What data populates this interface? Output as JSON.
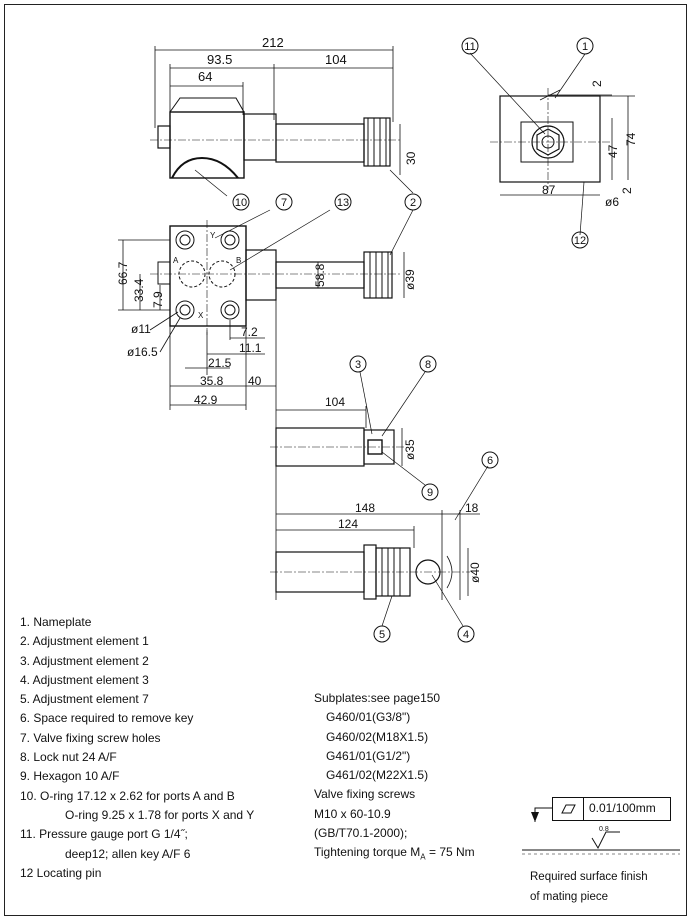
{
  "dims": {
    "overall": "212",
    "d935": "93.5",
    "d104a": "104",
    "d64": "64",
    "d30": "30",
    "d2a": "2",
    "d74": "74",
    "d47": "47",
    "d2b": "2",
    "d87": "87",
    "d6": "ø6",
    "d667": "66.7",
    "d334": "33.4",
    "d79": "7.9",
    "d588": "58.8",
    "d39": "ø39",
    "d11": "ø11",
    "d165": "ø16.5",
    "d72": "7.2",
    "d111": "11.1",
    "d215": "21.5",
    "d358": "35.8",
    "d40a": "40",
    "d429": "42.9",
    "d104b": "104",
    "d35": "ø35",
    "d148": "148",
    "d18": "18",
    "d124": "124",
    "d40b": "ø40"
  },
  "ports": {
    "a": "A",
    "b": "B",
    "x": "X",
    "y": "Y"
  },
  "balloons": {
    "b11": "11",
    "b1": "1",
    "b10": "10",
    "b7": "7",
    "b13": "13",
    "b2a": "2",
    "b12": "12",
    "b2b": "2",
    "b3": "3",
    "b8": "8",
    "b9": "9",
    "b6": "6",
    "b5": "5",
    "b4": "4"
  },
  "legend": [
    "1. Nameplate",
    "2. Adjustment element 1",
    "3. Adjustment element 2",
    "4. Adjustment element 3",
    "5. Adjustment element 7",
    "6. Space required to remove key",
    "7. Valve fixing screw holes",
    "8. Lock nut 24 A/F",
    "9. Hexagon 10 A/F",
    "10.  O-ring 17.12 x  2.62 for ports A and B",
    "O-ring 9.25 x 1.78 for ports X and Y",
    "11.  Pressure gauge port G 1/4˝;",
    "deep12; allen key A/F 6",
    "12   Locating pin"
  ],
  "subplates": {
    "title": "Subplates:see page150",
    "items": [
      "G460/01(G3/8\")",
      "G460/02(M18X1.5)",
      "G461/01(G1/2\")",
      "G461/02(M22X1.5)"
    ],
    "screws_title": "Valve fixing screws",
    "screw_spec": "M10 x 60-10.9",
    "screw_std": "(GB/T70.1-2000);",
    "torque_label": "Tightening torque M",
    "torque_sub": "A",
    "torque_value": " = 75 Nm"
  },
  "finish": {
    "tolerance": "0.01/100mm",
    "roughness": "0.8",
    "line1": "Required surface finish",
    "line2": "of mating piece"
  }
}
